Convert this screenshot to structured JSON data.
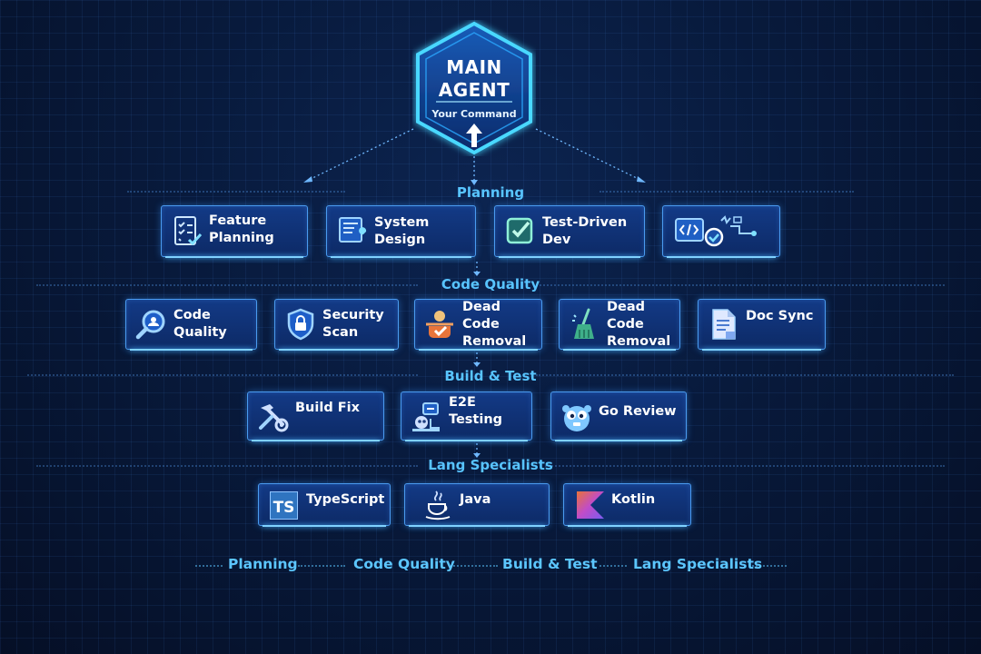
{
  "main_agent": {
    "title_line1": "MAIN",
    "title_line2": "AGENT",
    "subtitle": "Your Command"
  },
  "sections": {
    "planning": "Planning",
    "code_quality": "Code Quality",
    "build_test": "Build & Test",
    "lang_specialists": "Lang Specialists"
  },
  "planning_cards": [
    {
      "label": "Feature\nPlanning",
      "icon": "checklist-icon"
    },
    {
      "label": "System Design",
      "icon": "blueprint-wrench-icon"
    },
    {
      "label": "Test-Driven Dev",
      "icon": "checkbox-icon"
    },
    {
      "label": "",
      "icon": "code-pipeline-icon"
    }
  ],
  "code_quality_cards": [
    {
      "label": "Code\nQuality",
      "icon": "magnifier-icon"
    },
    {
      "label": "Security\nScan",
      "icon": "shield-lock-icon"
    },
    {
      "label": "Dead Code\nRemoval",
      "icon": "person-check-icon"
    },
    {
      "label": "Dead Code\nRemoval",
      "icon": "broom-icon"
    },
    {
      "label": "Doc Sync",
      "icon": "document-icon"
    }
  ],
  "build_test_cards": [
    {
      "label": "Build Fix",
      "icon": "hammer-gear-icon"
    },
    {
      "label": "E2E Testing",
      "icon": "robot-test-icon"
    },
    {
      "label": "Go Review",
      "icon": "gopher-icon"
    }
  ],
  "lang_cards": [
    {
      "label": "TypeScript",
      "icon": "typescript-icon",
      "badge": "TS"
    },
    {
      "label": "Java",
      "icon": "java-cup-icon"
    },
    {
      "label": "Kotlin",
      "icon": "kotlin-icon"
    }
  ],
  "legend": [
    "Planning",
    "Code Quality",
    "Build & Test",
    "Lang Specialists"
  ],
  "colors": {
    "accent": "#58c4ff",
    "card_border": "#4a9bf0",
    "background": "#081a3c"
  }
}
